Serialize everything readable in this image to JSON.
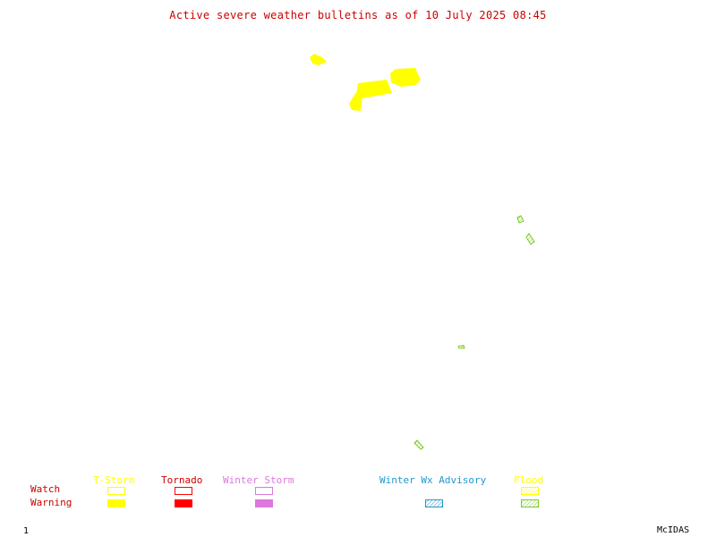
{
  "title": "Active severe weather bulletins as of 10 July 2025 08:45",
  "legend": {
    "rows": {
      "watch": "Watch",
      "warning": "Warning"
    },
    "categories": [
      {
        "key": "tstorm",
        "label": "T-Storm",
        "color": "#ffff00"
      },
      {
        "key": "tornado",
        "label": "Tornado",
        "color": "#ff0000"
      },
      {
        "key": "winter_storm",
        "label": "Winter Storm",
        "color": "#dd77dd"
      },
      {
        "key": "winter_wx_advisory",
        "label": "Winter Wx Advisory",
        "color": "#2299cc"
      },
      {
        "key": "flood",
        "label": "Flood",
        "color": "#77cc22"
      }
    ]
  },
  "footer": {
    "frame_number": "1",
    "software": "McIDAS"
  },
  "colors": {
    "title": "#cc0000",
    "row_labels": "#cc0000",
    "tstorm_warning": "#ffff00",
    "flood_warning": "#77cc22"
  }
}
